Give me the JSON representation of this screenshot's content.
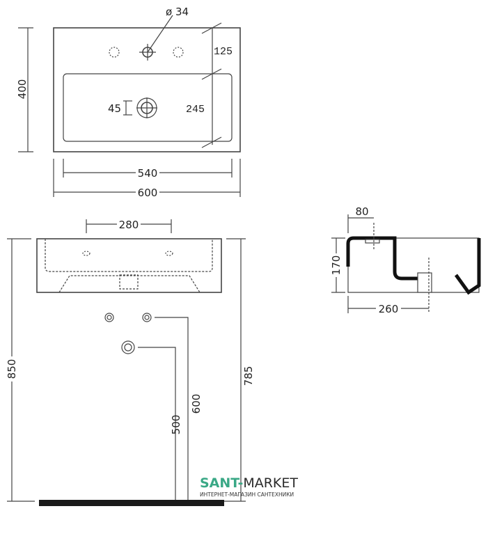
{
  "drawing": {
    "top_view": {
      "hole_diameter": "ø 34",
      "width_outer": "600",
      "width_inner": "540",
      "depth": "400",
      "tap_offset": "125",
      "basin_depth": "245",
      "drain_offset": "45"
    },
    "front_view": {
      "hole_spacing": "280",
      "total_height": "850",
      "rim_height": "785",
      "supply_height": "600",
      "drain_height": "500"
    },
    "side_view": {
      "tap_offset": "80",
      "height": "170",
      "drain_offset": "260"
    }
  },
  "logo": {
    "brand_part1": "SANT-",
    "brand_part2": "MARKET",
    "tagline": "ИНТЕРНЕТ-МАГАЗИН САНТЕХНИКИ"
  }
}
